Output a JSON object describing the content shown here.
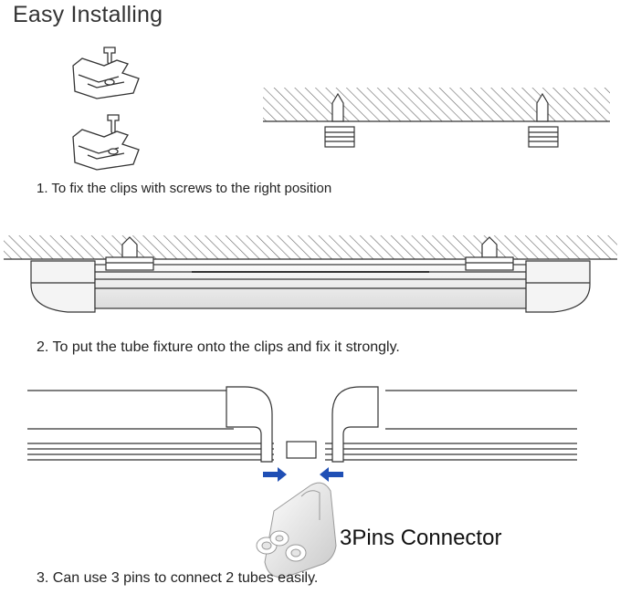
{
  "title": "Easy Installing",
  "steps": [
    "1. To fix the clips with screws to the right position",
    "2. To put the tube fixture onto the clips and fix it strongly.",
    "3. Can use 3 pins to connect 2 tubes easily."
  ],
  "connector_label": "3Pins Connector",
  "colors": {
    "line": "#333333",
    "arrow": "#1f4fb5",
    "hatch": "#555555",
    "tube": "#f2f2f2"
  }
}
